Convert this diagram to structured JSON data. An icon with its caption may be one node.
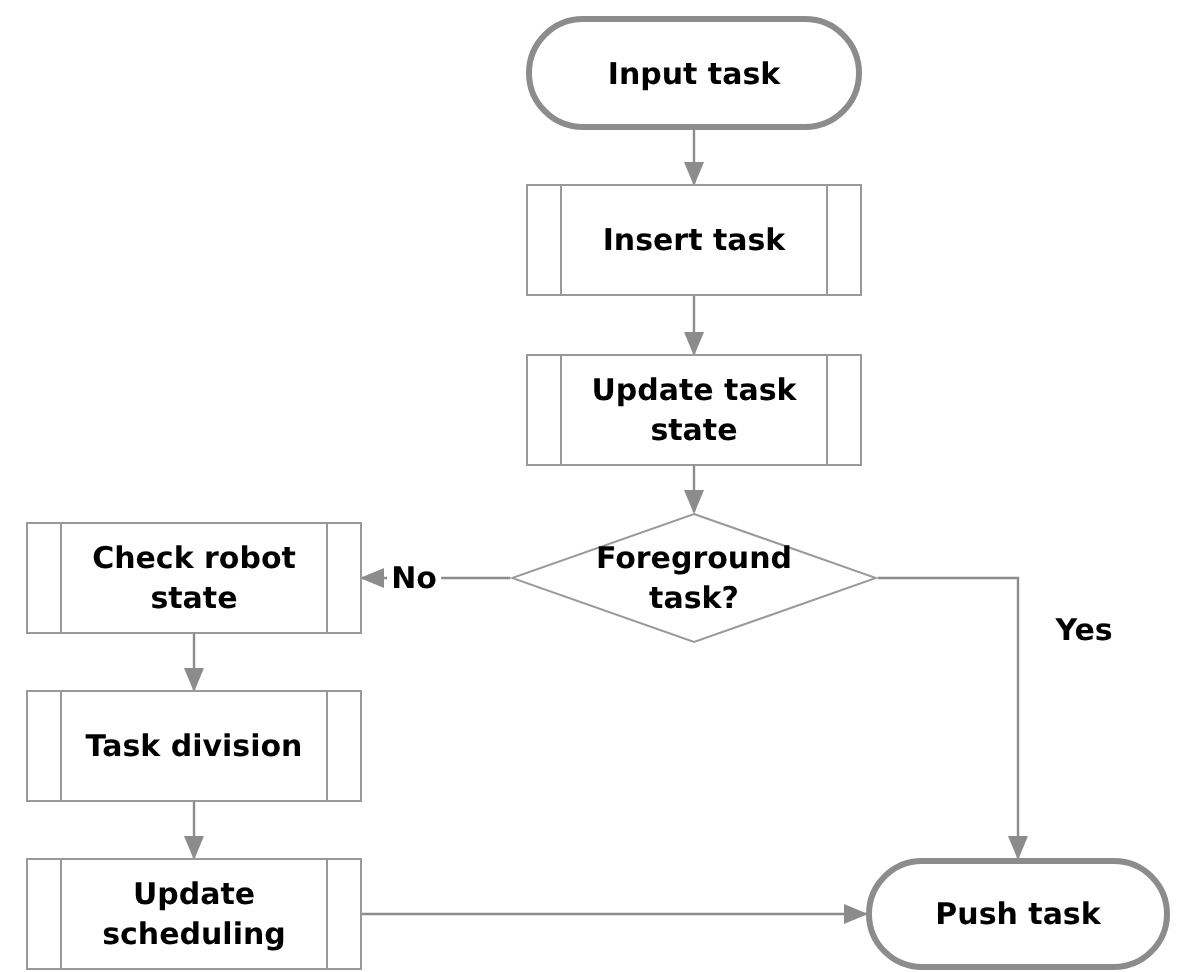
{
  "diagram": {
    "nodes": [
      {
        "text": [
          "Input task"
        ]
      },
      {
        "text": [
          "Insert task"
        ]
      },
      {
        "text": [
          "Update task state"
        ]
      },
      {
        "text": [
          "Foreground task?"
        ]
      },
      {
        "text": [
          "Check robot state"
        ]
      },
      {
        "text": [
          "Task division"
        ]
      },
      {
        "text": [
          "Update scheduling"
        ]
      },
      {
        "text": [
          "Push task"
        ]
      }
    ],
    "edges": [
      {
        "from": 0,
        "to": 1,
        "arrow": "to"
      },
      {
        "from": 1,
        "to": 2,
        "arrow": "to"
      },
      {
        "from": 2,
        "to": 3,
        "arrow": "to"
      },
      {
        "from": 3,
        "to": 4,
        "arrow": "to",
        "label": "No"
      },
      {
        "from": 3,
        "to": 7,
        "arrow": "to",
        "label": "Yes"
      },
      {
        "from": 4,
        "to": 5,
        "arrow": "to"
      },
      {
        "from": 5,
        "to": 6,
        "arrow": "to"
      },
      {
        "from": 6,
        "to": 7,
        "arrow": "to"
      }
    ]
  }
}
